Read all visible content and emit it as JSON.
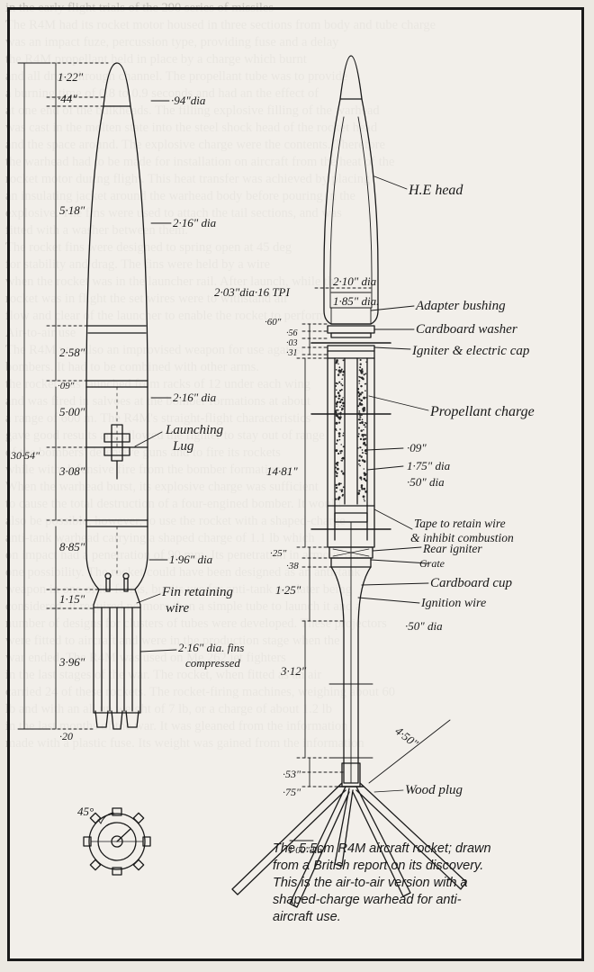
{
  "background_text": [
    "in the early flight trials of the 290 series of missiles",
    "The R4M had its rocket motor housed in three sections from body and tube charge",
    "was an impact fuze, percussion type, providing fuse and a delay",
    "the R4M propellant held in place by a charge which burnt",
    "and all drum through channel. The propellant tube was to provide",
    "a burning time of 0.8 to 0.9 seconds and had an the effect of",
    "at one end of the bulkheads. The filling explosive filling of the warhead",
    "was cast in the molten state into the steel shock head of the rocket head",
    "and the space around. The explosive charge were the contents. Therefore",
    "the warhead had to be made for installation on aircraft from the heat of the",
    "rocket motor during flight. This heat transfer was achieved by placing",
    "an insulating jacket around the warhead body before pouring in the",
    "explosive. The fins were used to attach the tail sections, and was",
    "fitted with a washer between them.",
    "The rocket fins were designed to spring open at 45 deg",
    "for stability and drag. The fins were held by a wire",
    "when the rocket was in the launcher rail. After launch, while the",
    "rocket was in flight the set wires were to withstand air",
    "flow and clear of the launcher to enable the rocket to perform",
    "Air-to-air use",
    "The R4M was also an improvised weapon for use against",
    "bombers. It had to be combined with other arms.",
    "the rocket was launched from racks of 12 under each wing",
    "and was fired in salvoes at the bomber formations at about",
    "a range of 600 m. The R4M's straight-flight characteristics",
    "gave good results and allowed the fighter to stay out of range",
    "of the bombers' defensive guns and to fire its rockets",
    "while with defensive fire from the bomber formations.",
    "When the warhead burst, its explosive charge was sufficient",
    "to cause the total destruction of a four-engined bomber. It would",
    "also be possible, however, to use the rocket with a shaped-charge",
    "anti-tank warhead carrying a shaped charge of 1.1 lb which",
    "on impact had a penetration of 90 mm. Its penetration in armour was",
    "one possibility. The rocket could have been designed as an anti-tank",
    "weapon in one of its forms, but its use for anti-tank use later being",
    "considered. It required no more than a simple tube to launch it and a",
    "number of designs for clusters of tubes were developed. These projectors",
    "were fitted to aircraft and were in the production stage when the",
    "war ended. The R4M was used on Me 262 jet fighters",
    "in the last stages of the war. The rocket, when fitted as an air",
    "carried 24 of these rockets. The rocket-firing machines, weighing about 60",
    "lb and with an all up weight of 7 lb, or a charge of about 1.2 lb",
    "in the last months of the war. It was gleaned from the information",
    "made with a plastic fuse. Its weight was gained from the information"
  ],
  "drawing": {
    "left_labels": {
      "len_1_22": "1·22\"",
      "len_44": "·44\"",
      "dia_94": "·94\"dia",
      "len_5_18": "5·18\"",
      "dia_2_16_upper": "2·16\" dia",
      "len_2_58": "2·58\"",
      "len_09": "·09\"",
      "len_5_00": "5·00\"",
      "dia_2_16_lower": "2·16\" dia",
      "launching_lug_1": "Launching",
      "launching_lug_2": "Lug",
      "len_3_08": "3·08\"",
      "len_30_54": "30·54\"",
      "len_8_85": "8·85\"",
      "len_1_15": "1·15\"",
      "dia_1_96": "1·96\" dia",
      "fin_retaining_1": "Fin retaining",
      "fin_retaining_2": "wire",
      "fins_1": "2·16\" dia. fins",
      "fins_2": "compressed",
      "len_3_96": "3·96\"",
      "len_20": "·20",
      "angle_45": "45°"
    },
    "right_labels": {
      "he_head": "H.E head",
      "dia_2_10": "2·10\" dia",
      "dia_1_85": "1·85\" dia.",
      "dia_2_03_tpi": "2·03\"dia·16 TPI",
      "adapter_bushing": "Adapter bushing",
      "cardboard_washer": "Cardboard washer",
      "igniter_cap": "Igniter & electric cap",
      "len_60": "·60\"",
      "len_56": "·56",
      "len_03": "·03",
      "len_31": "·31",
      "propellant_charge": "Propellant charge",
      "len_09b": "·09\"",
      "dia_1_75": "1·75\" dia",
      "dia_50a": "·50\" dia",
      "len_14_81": "14·81\"",
      "tape_1": "Tape to retain wire",
      "tape_2": "& inhibit combustion",
      "rear_igniter": "Rear igniter",
      "grate": "Grate",
      "len_25": "·25\"",
      "len_38": "·38",
      "cardboard_cup": "Cardboard cup",
      "len_1_25": "1·25\"",
      "ignition_wire": "Ignition wire",
      "dia_50b": "·50\" dia",
      "len_3_12": "3·12\"",
      "wood_plug": "Wood plug",
      "len_53": "·53\"",
      "len_75": "·75\"",
      "len_4_50": "4·50\"",
      "dia_1_00": "1·00\"dia"
    }
  },
  "caption": {
    "line1": "The 5.5cm R4M aircraft rocket; drawn",
    "line2": "from a British report on its discovery.",
    "line3": "This is the air-to-air version with a",
    "line4": "shaped-charge warhead for anti-",
    "line5": "aircraft use."
  },
  "colors": {
    "paper": "#ece9e2",
    "ink": "#1a1a1a",
    "stipple": "#2a2a2a"
  }
}
